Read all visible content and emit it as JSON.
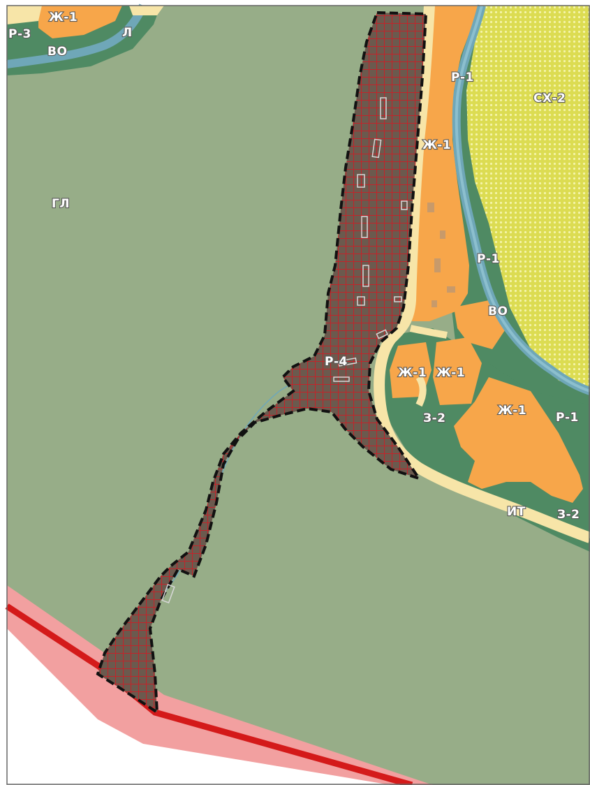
{
  "map": {
    "colors": {
      "forest_green": "#97ad88",
      "dark_green": "#4f8a63",
      "residential_orange": "#f7a64a",
      "agricultural_yellow": "#dcdc52",
      "agricultural_dot": "#f2f29e",
      "water_blue": "#6fa7b8",
      "road_cream": "#f7e5a8",
      "boundary_red": "#d41a1a",
      "buffer_pink": "#f2a0a0",
      "recreation_brown": "#6b5a4e",
      "grid_red": "#c2242a",
      "outline_black": "#111111"
    },
    "labels": [
      {
        "id": "p3-top-left",
        "text": "Р-3"
      },
      {
        "id": "zh1-top-left",
        "text": "Ж-1"
      },
      {
        "id": "vo-top-left",
        "text": "ВО"
      },
      {
        "id": "l-top",
        "text": "Л"
      },
      {
        "id": "gl-main",
        "text": "ГЛ"
      },
      {
        "id": "p1-upper",
        "text": "Р-1"
      },
      {
        "id": "sx2",
        "text": "СХ-2"
      },
      {
        "id": "zh1-upper",
        "text": "Ж-1"
      },
      {
        "id": "p1-middle",
        "text": "Р-1"
      },
      {
        "id": "vo-middle",
        "text": "ВО"
      },
      {
        "id": "p4",
        "text": "Р-4"
      },
      {
        "id": "zh1-a",
        "text": "Ж-1"
      },
      {
        "id": "zh1-b",
        "text": "Ж-1"
      },
      {
        "id": "z2-left",
        "text": "З-2"
      },
      {
        "id": "zh1-c",
        "text": "Ж-1"
      },
      {
        "id": "p1-right",
        "text": "Р-1"
      },
      {
        "id": "it",
        "text": "ИТ"
      },
      {
        "id": "z2-right",
        "text": "З-2"
      }
    ]
  }
}
